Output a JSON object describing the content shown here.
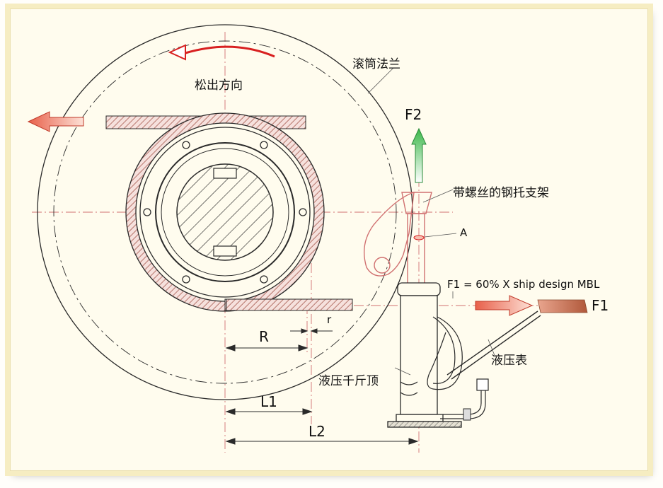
{
  "labels": {
    "flange": "滚筒法兰",
    "payout": "松出方向",
    "f2": "F2",
    "bracket": "带螺丝的钢托支架",
    "point_a": "A",
    "f1_formula": "F1 = 60% X ship design MBL",
    "f1": "F1",
    "r_small": "r",
    "r_big": "R",
    "l1": "L1",
    "l2": "L2",
    "jack": "液压千斤顶",
    "gauge": "液压表"
  },
  "colors": {
    "line": "#2a2a2a",
    "center_line": "#d07070",
    "arrow_red": "#d82020",
    "rope": "#c05a4a",
    "arrow_green": "#3cb84a",
    "bg": "#fffcee"
  }
}
